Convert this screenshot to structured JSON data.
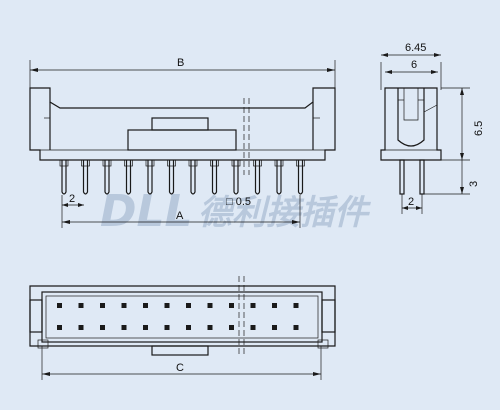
{
  "colors": {
    "background": "#dfe9f5",
    "line": "#1a1a1a",
    "watermark": "#b8c8dc"
  },
  "watermark": {
    "latin": "DLL",
    "cjk": "德利接插件"
  },
  "front_view": {
    "dim_top": "B",
    "dim_bottom": "A",
    "pitch": "2",
    "pin_size": "□ 0.5"
  },
  "side_view": {
    "width_outer": "6.45",
    "width_inner": "6",
    "height": "6.5",
    "pin_length": "3",
    "pitch": "2"
  },
  "bottom_view": {
    "dim": "C"
  }
}
